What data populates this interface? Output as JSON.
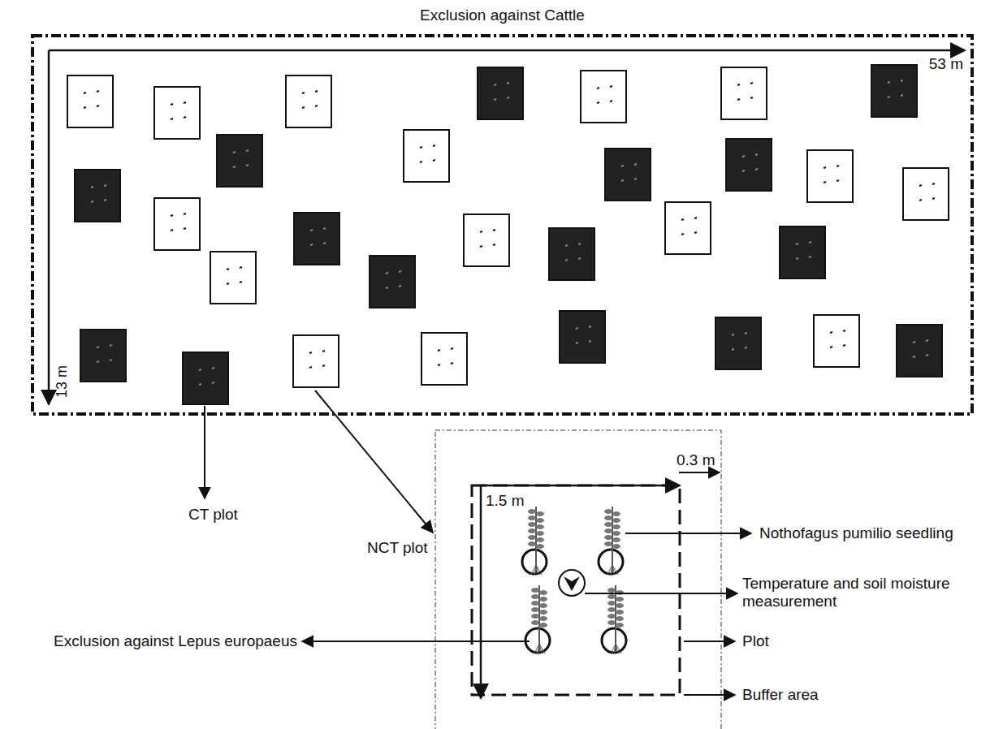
{
  "diagram": {
    "nodes": [
      {
        "text": [
          "Exclusion against Cattle"
        ]
      }
    ],
    "labels": [
      "53 m",
      "13 m",
      "CT plot",
      "NCT plot",
      "1.5 m",
      "0.3 m",
      "Nothofagus pumilio seedling",
      "Temperature and soil moisture measurement",
      "Exclusion against Lepus europaeus",
      "Plot",
      "Buffer area"
    ]
  }
}
